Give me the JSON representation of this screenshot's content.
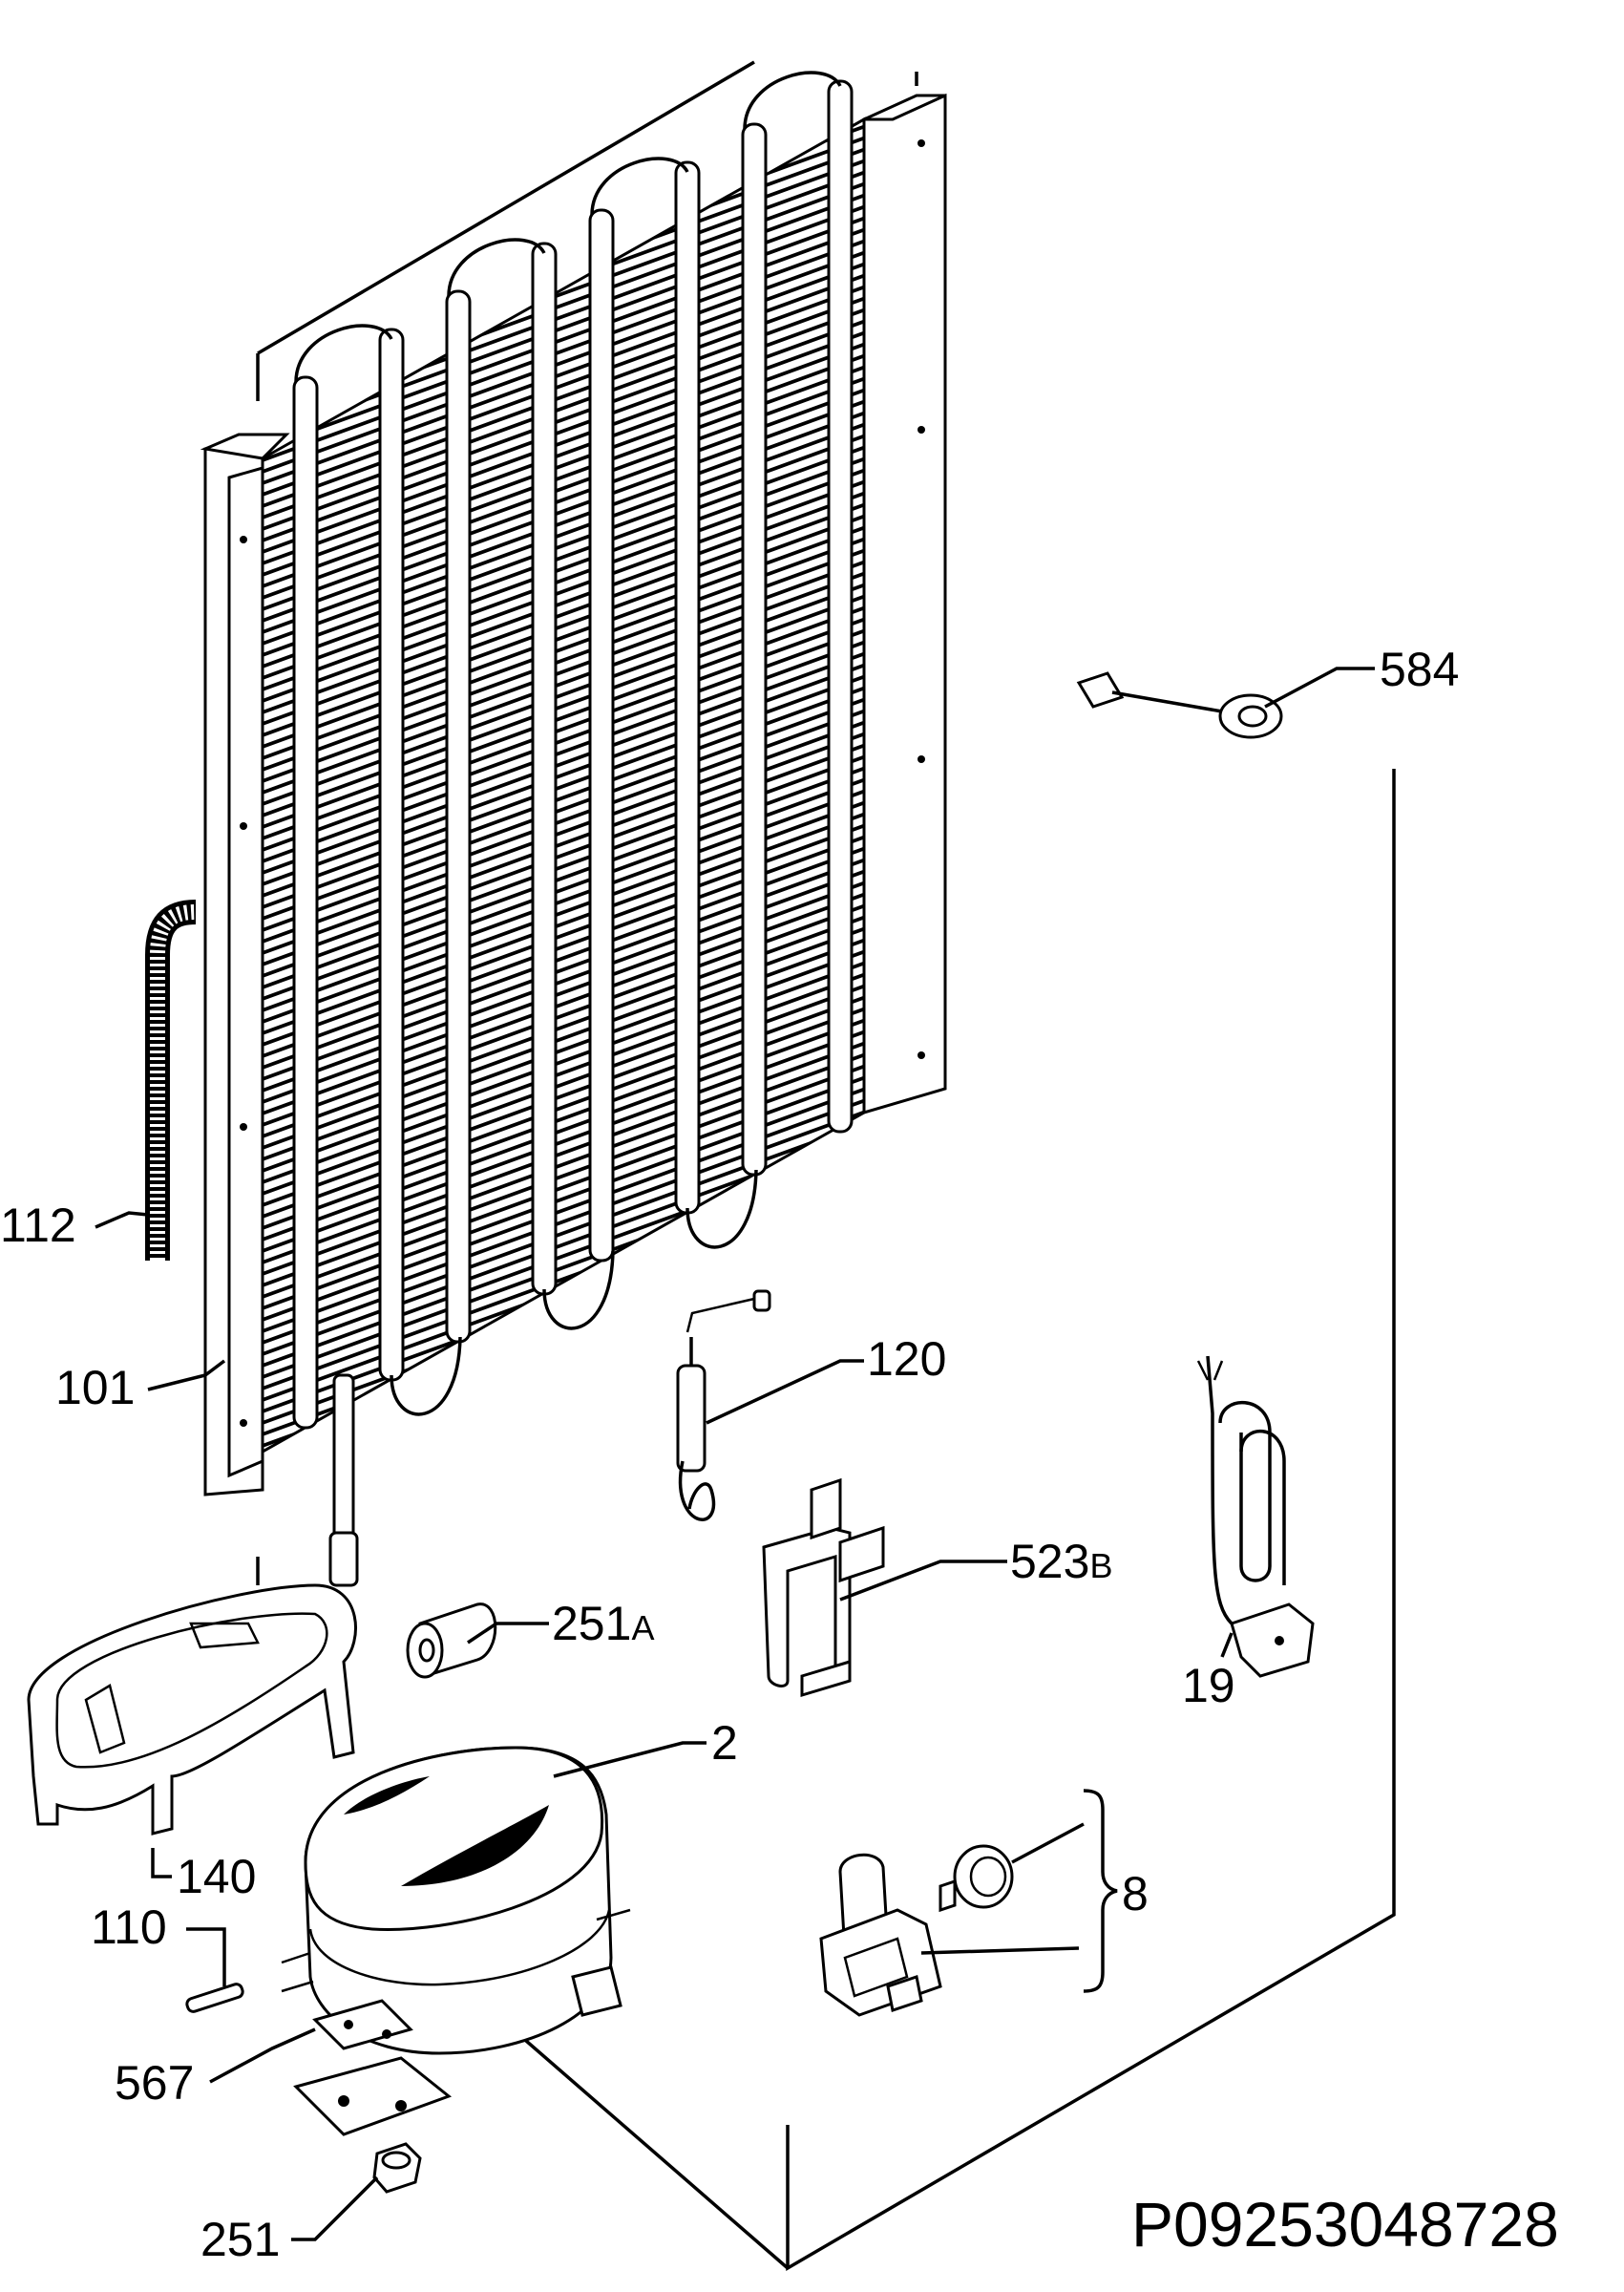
{
  "diagram_code": "P09253048728",
  "callouts": [
    {
      "id": "584",
      "text": "584",
      "suffix": ""
    },
    {
      "id": "112",
      "text": "112",
      "suffix": ""
    },
    {
      "id": "101",
      "text": "101",
      "suffix": ""
    },
    {
      "id": "120",
      "text": "120",
      "suffix": ""
    },
    {
      "id": "523",
      "text": "523",
      "suffix": "B"
    },
    {
      "id": "251a",
      "text": "251",
      "suffix": "A"
    },
    {
      "id": "19",
      "text": "19",
      "suffix": ""
    },
    {
      "id": "2",
      "text": "2",
      "suffix": ""
    },
    {
      "id": "140",
      "text": "140",
      "suffix": ""
    },
    {
      "id": "8",
      "text": "8",
      "suffix": ""
    },
    {
      "id": "110",
      "text": "110",
      "suffix": ""
    },
    {
      "id": "567",
      "text": "567",
      "suffix": ""
    },
    {
      "id": "251",
      "text": "251",
      "suffix": ""
    }
  ]
}
